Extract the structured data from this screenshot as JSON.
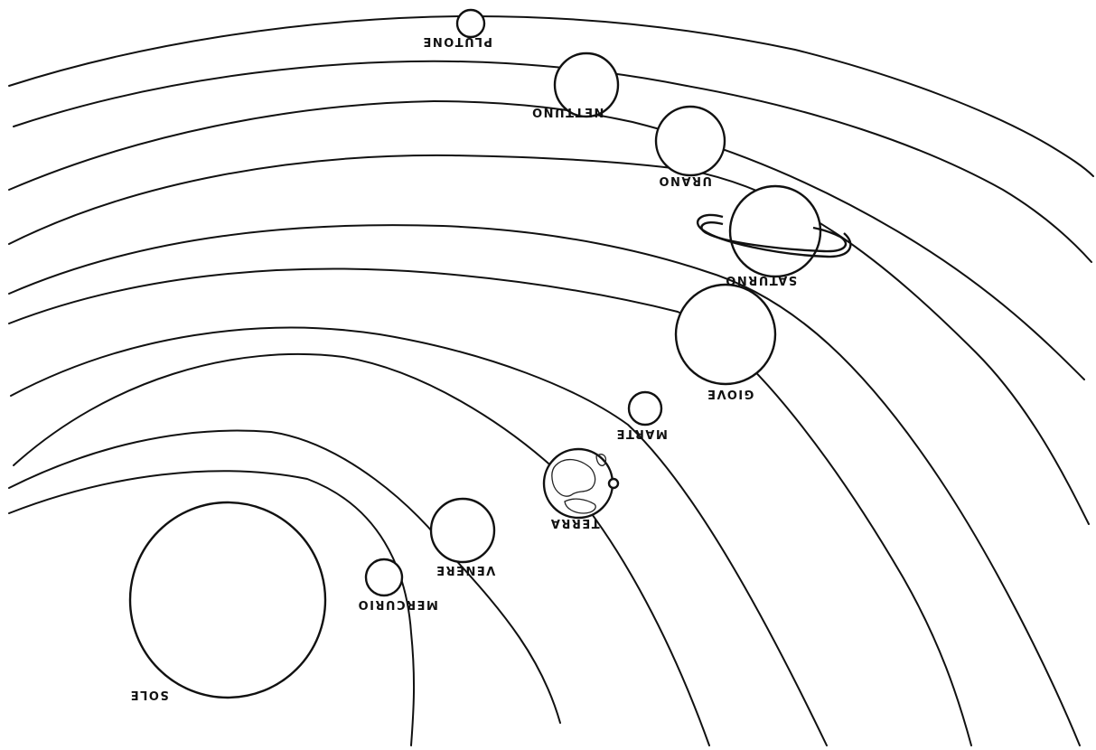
{
  "diagram": {
    "labels": {
      "sole": "SOLE",
      "mercurio": "MERCURIO",
      "venere": "VENERE",
      "terra": "TERRA",
      "marte": "MARTE",
      "giove": "GIOVE",
      "saturno": "SATURNO",
      "urano": "URANO",
      "nettuno": "NETTUNO",
      "plutone": "PLUTONE"
    },
    "orientation": "upside-down"
  }
}
